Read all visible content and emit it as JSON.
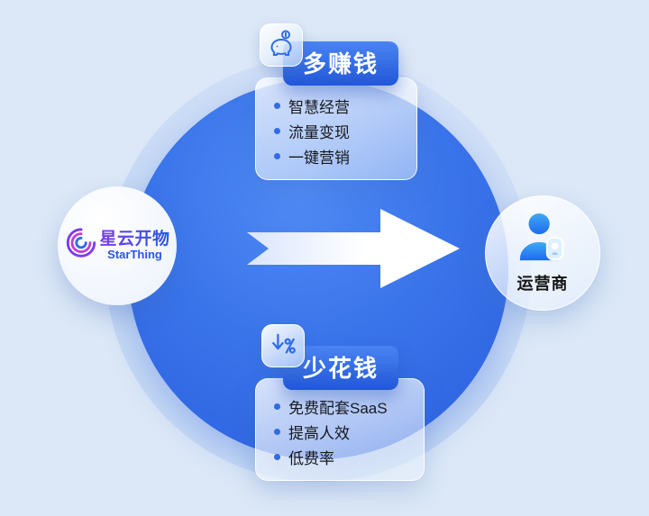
{
  "colors": {
    "background": "#dce8f7",
    "accent_blue": "#2f6ce8",
    "circle_blue": "#3a74ea",
    "badge_blue": "#2b5fd8",
    "text_dark": "#16181d",
    "logo_blue": "#2e53e4"
  },
  "logo": {
    "name_cn": "星云开物",
    "name_en": "StarThing",
    "icon": "spiral-logo-icon"
  },
  "arrow": {
    "icon": "arrow-right-icon"
  },
  "top_card": {
    "icon": "piggy-bank-icon",
    "title": "多赚钱",
    "items": [
      "智慧经营",
      "流量变现",
      "一键营销"
    ]
  },
  "bottom_card": {
    "icon": "discount-down-icon",
    "title": "少花钱",
    "items": [
      "免费配套SaaS",
      "提高人效",
      "低费率"
    ]
  },
  "right_node": {
    "icon": "person-icon",
    "label": "运营商"
  }
}
